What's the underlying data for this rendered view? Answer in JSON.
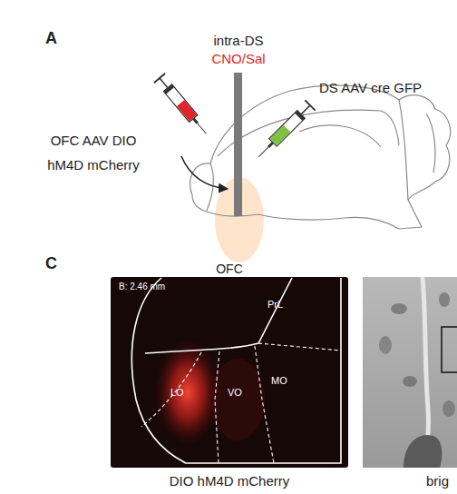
{
  "diagram": {
    "nodes": [
      {
        "text": [
          "OFC",
          "B: 2.46 mm",
          "LO",
          "VO",
          "MO",
          "PrL"
        ]
      }
    ],
    "labels": [
      "A",
      "intra-DS",
      "CNO/Sal",
      "OFC AAV DIO hM4D mCherry",
      "DS AAV cre GFP",
      "C",
      "DIO hM4D mCherry",
      "brig"
    ]
  }
}
